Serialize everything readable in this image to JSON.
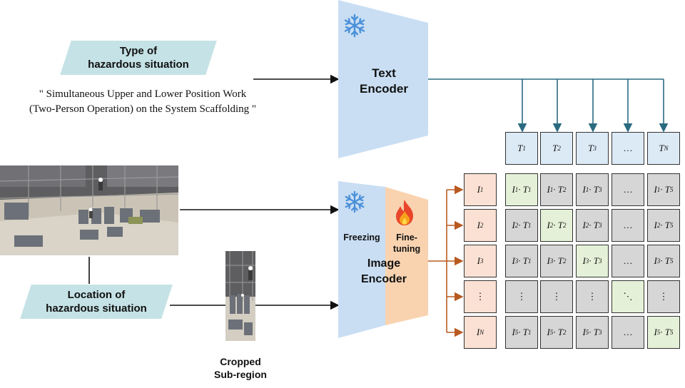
{
  "labels": {
    "type_line1": "Type of",
    "type_line2": "hazardous situation",
    "location_line1": "Location of",
    "location_line2": "hazardous situation",
    "quote_line1": "\" Simultaneous Upper and Lower Position Work",
    "quote_line2": "(Two-Person Operation) on the System Scaffolding \"",
    "text_enc_line1": "Text",
    "text_enc_line2": "Encoder",
    "image_enc_line1": "Image",
    "image_enc_line2": "Encoder",
    "freezing": "Freezing",
    "finetune_line1": "Fine-",
    "finetune_line2": "tuning",
    "cropped_line1": "Cropped",
    "cropped_line2": "Sub-region"
  },
  "matrix": {
    "col_headers": [
      "T1",
      "T2",
      "T3",
      "…",
      "TN"
    ],
    "row_headers": [
      "I1",
      "I2",
      "I3",
      "⋮",
      "IN"
    ],
    "rows": [
      [
        "I1 · T1",
        "I1 · T2",
        "I1 · T3",
        "…",
        "I1 · T5"
      ],
      [
        "I2 · T1",
        "I2 · T2",
        "I2 · T3",
        "…",
        "I2 · T5"
      ],
      [
        "I3 · T1",
        "I3 · T2",
        "I3 · T3",
        "…",
        "I3 · T5"
      ],
      [
        "⋮",
        "⋮",
        "⋮",
        "⋱",
        "⋮"
      ],
      [
        "I5 · T1",
        "I5 · T2",
        "I5 · T3",
        "…",
        "I5 · T5"
      ]
    ]
  },
  "colors": {
    "encoder_blue": "#c9def3",
    "finetune_orange": "#f9d3b0",
    "parallelogram": "#c5e2e6",
    "text_arrow": "#2a6b80",
    "image_arrow": "#b85a20",
    "header_blue": "#dceaf6",
    "row_peach": "#fbe1d4",
    "diag_green": "#e4f1d8",
    "off_gray": "#d6d6d6"
  },
  "icons": [
    "snowflake-icon",
    "flame-icon"
  ]
}
